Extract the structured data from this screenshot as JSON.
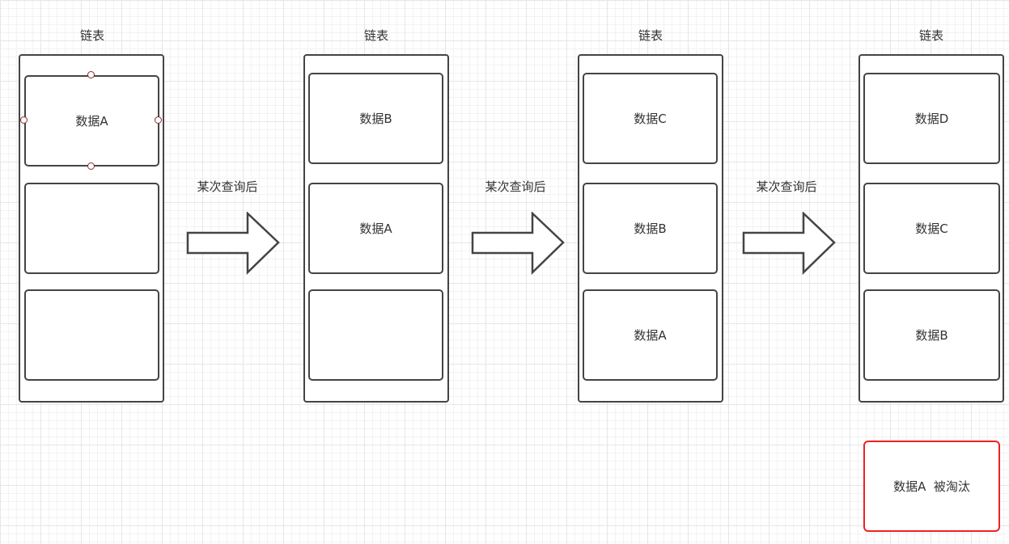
{
  "lists": [
    {
      "title": "链表",
      "nodes": [
        "数据A",
        "",
        ""
      ]
    },
    {
      "title": "链表",
      "nodes": [
        "数据B",
        "数据A",
        ""
      ]
    },
    {
      "title": "链表",
      "nodes": [
        "数据C",
        "数据B",
        "数据A"
      ]
    },
    {
      "title": "链表",
      "nodes": [
        "数据D",
        "数据C",
        "数据B"
      ]
    }
  ],
  "arrows": [
    {
      "label": "某次查询后"
    },
    {
      "label": "某次查询后"
    },
    {
      "label": "某次查询后"
    }
  ],
  "evicted": {
    "text": "数据A  被淘汰",
    "border_color": "#ee2222"
  },
  "colors": {
    "stroke": "#444444",
    "text": "#333333",
    "selection_handle": "#8a2a2a"
  }
}
